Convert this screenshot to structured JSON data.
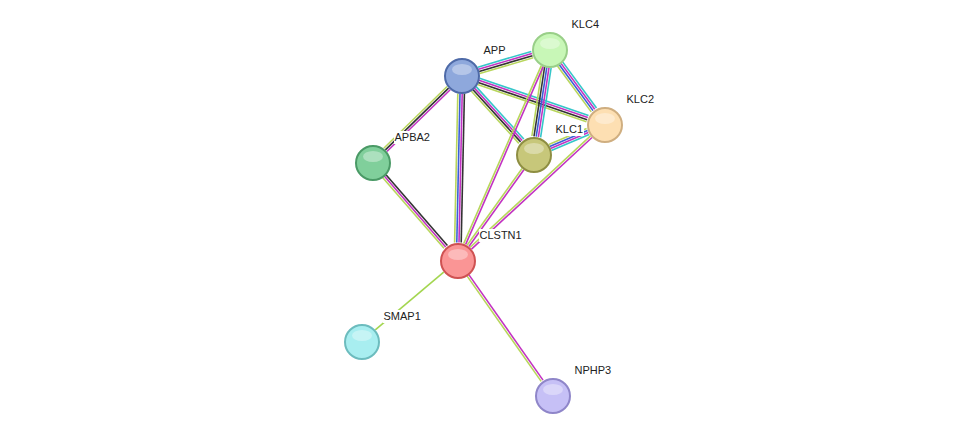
{
  "diagram": {
    "nodes": [
      {
        "text": [
          "KLC4"
        ]
      },
      {
        "text": [
          "APP"
        ]
      },
      {
        "text": [
          "KLC2"
        ]
      },
      {
        "text": [
          "KLC1"
        ]
      },
      {
        "text": [
          "APBA2"
        ]
      },
      {
        "text": [
          "CLSTN1"
        ]
      },
      {
        "text": [
          "SMAP1"
        ]
      },
      {
        "text": [
          "NPHP3"
        ]
      }
    ],
    "edges": [
      {
        "from": 1,
        "to": 0,
        "arrow": "none"
      },
      {
        "from": 1,
        "to": 2,
        "arrow": "none"
      },
      {
        "from": 1,
        "to": 3,
        "arrow": "none"
      },
      {
        "from": 1,
        "to": 4,
        "arrow": "none"
      },
      {
        "from": 1,
        "to": 5,
        "arrow": "none"
      },
      {
        "from": 0,
        "to": 2,
        "arrow": "none"
      },
      {
        "from": 0,
        "to": 3,
        "arrow": "none"
      },
      {
        "from": 0,
        "to": 5,
        "arrow": "none"
      },
      {
        "from": 2,
        "to": 3,
        "arrow": "none"
      },
      {
        "from": 2,
        "to": 5,
        "arrow": "none"
      },
      {
        "from": 3,
        "to": 5,
        "arrow": "none"
      },
      {
        "from": 4,
        "to": 5,
        "arrow": "none"
      },
      {
        "from": 5,
        "to": 6,
        "arrow": "none"
      },
      {
        "from": 5,
        "to": 7,
        "arrow": "none"
      }
    ]
  }
}
